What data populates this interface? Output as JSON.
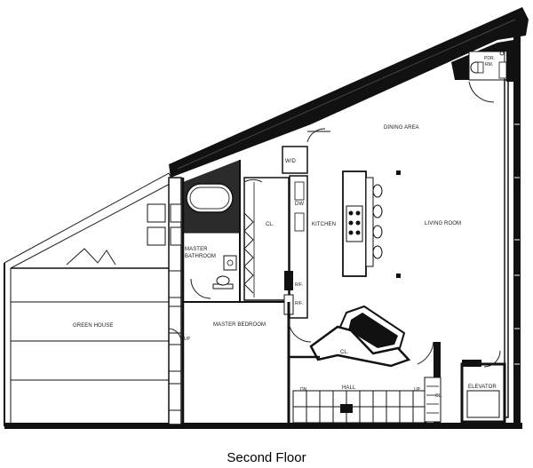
{
  "caption": "Second Floor",
  "rooms": {
    "dining_area": "DINING AREA",
    "living_room": "LIVING ROOM",
    "kitchen": "KITCHEN",
    "master_bathroom_line1": "MASTER",
    "master_bathroom_line2": "BATHROOM",
    "master_bedroom": "MASTER BEDROOM",
    "green_house": "GREEN HOUSE",
    "closet": "CL.",
    "closet_2": "CL.",
    "closet_3": "CL.",
    "hall": "HALL",
    "elevator": "ELEVATOR",
    "wd": "W/D",
    "dw": "DW",
    "rf_1": "R/F.",
    "rf_2": "R/F.",
    "pdr_line1": "PDR.",
    "pdr_line2": "RM.",
    "up_1": "UP",
    "up_2": "UP",
    "dn": "DN"
  }
}
